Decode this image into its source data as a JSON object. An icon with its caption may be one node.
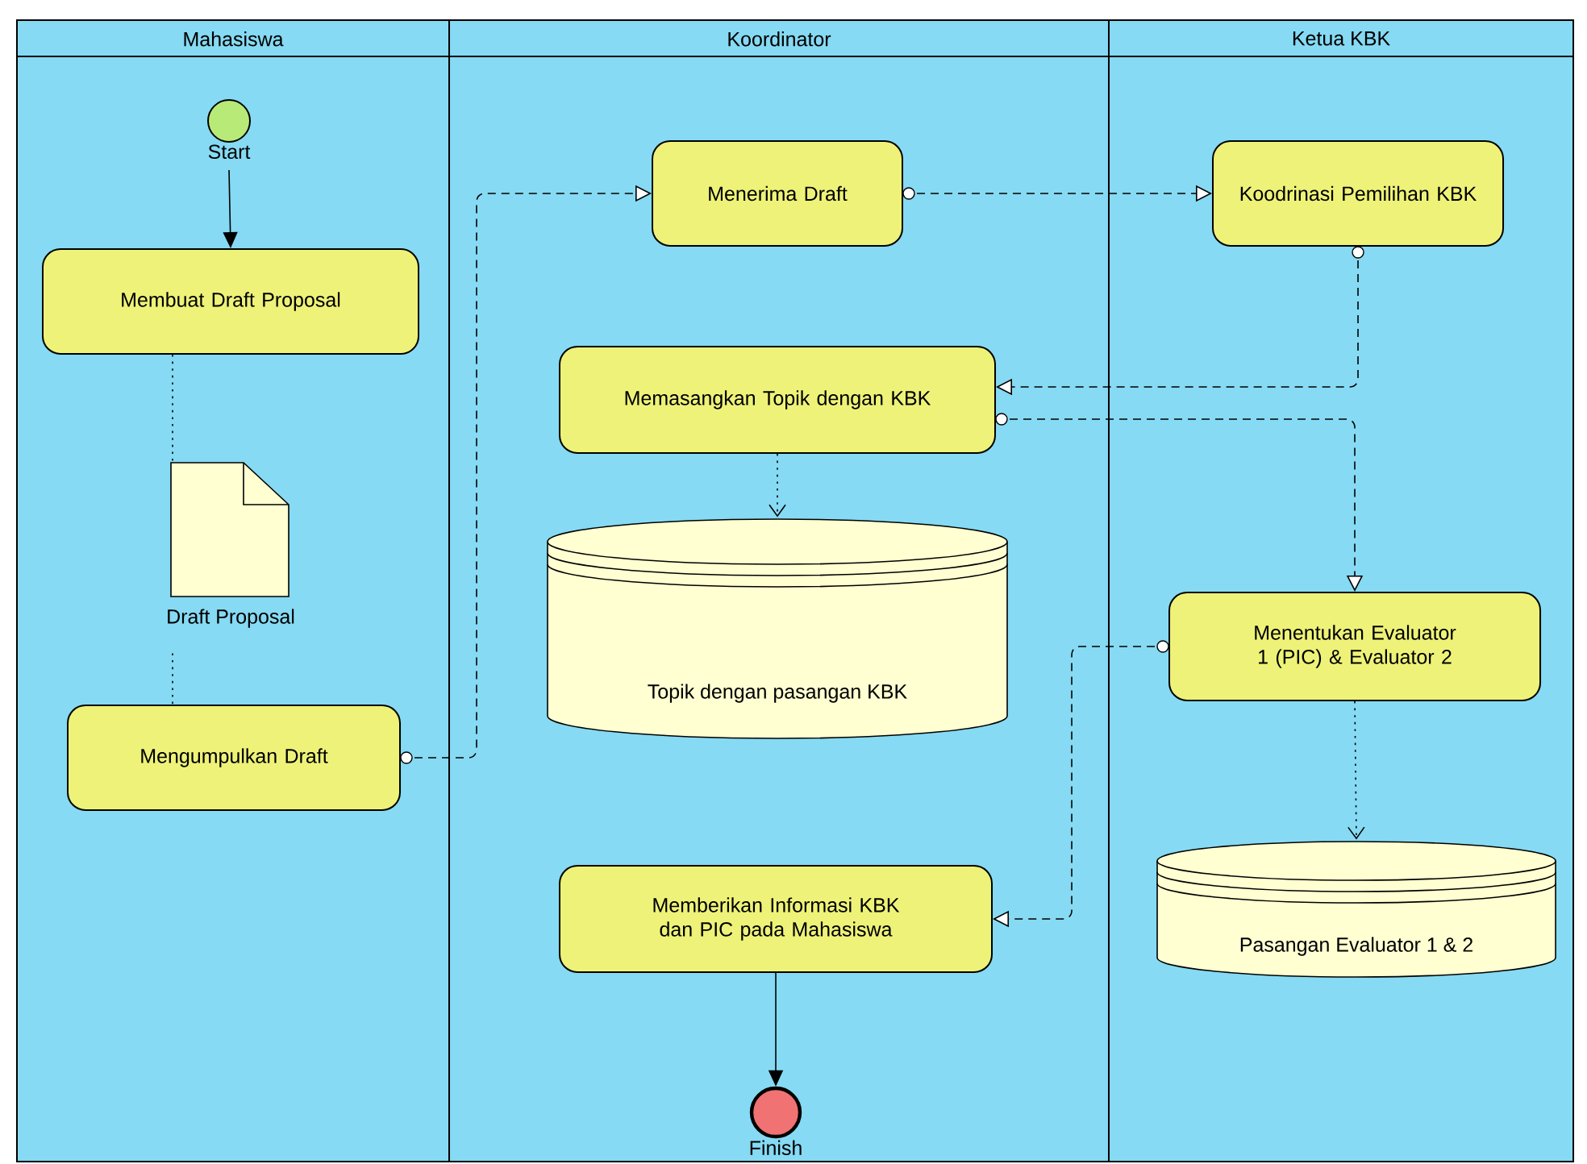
{
  "diagram": {
    "nodes": [
      {
        "text": [
          "Mahasiswa"
        ]
      },
      {
        "text": [
          "Koordinator"
        ]
      },
      {
        "text": [
          "Ketua KBK"
        ]
      },
      {
        "text": [],
        "shape": "circle",
        "beside": [
          "Start"
        ],
        "in": 0
      },
      {
        "text": [
          "Membuat Draft Proposal"
        ],
        "in": 0
      },
      {
        "text": [
          "Draft Proposal"
        ],
        "in": 0
      },
      {
        "text": [
          "Mengumpulkan Draft"
        ],
        "in": 0
      },
      {
        "text": [
          "Menerima Draft"
        ],
        "in": 1
      },
      {
        "text": [
          "Koodrinasi Pemilihan KBK"
        ],
        "in": 2
      },
      {
        "text": [
          "Memasangkan Topik dengan KBK"
        ],
        "in": 1
      },
      {
        "text": [
          "Topik dengan pasangan KBK"
        ],
        "in": 1
      },
      {
        "text": [
          "Menentukan Evaluator 1 (PIC) & Evaluator 2"
        ],
        "in": 2
      },
      {
        "text": [
          "Pasangan Evaluator 1 & 2"
        ],
        "in": 2
      },
      {
        "text": [
          "Memberikan Informasi KBK dan PIC pada Mahasiswa"
        ],
        "in": 1
      },
      {
        "text": [],
        "shape": "circle",
        "beside": [
          "Finish"
        ],
        "in": 1
      }
    ],
    "edges": [
      {
        "from": 3,
        "to": 4,
        "arrow": "to"
      },
      {
        "from": 4,
        "to": 5,
        "arrow": "none",
        "style": "dashed"
      },
      {
        "from": 5,
        "to": 6,
        "arrow": "none",
        "style": "dashed"
      },
      {
        "from": 6,
        "to": 7,
        "arrow": "to",
        "style": "dashed"
      },
      {
        "from": 7,
        "to": 8,
        "arrow": "to",
        "style": "dashed"
      },
      {
        "from": 8,
        "to": 9,
        "arrow": "to",
        "style": "dashed"
      },
      {
        "from": 9,
        "to": 10,
        "arrow": "to",
        "style": "dashed"
      },
      {
        "from": 9,
        "to": 11,
        "arrow": "to",
        "style": "dashed"
      },
      {
        "from": 11,
        "to": 12,
        "arrow": "to",
        "style": "dashed"
      },
      {
        "from": 11,
        "to": 13,
        "arrow": "to",
        "style": "dashed"
      },
      {
        "from": 13,
        "to": 14,
        "arrow": "to"
      }
    ]
  }
}
